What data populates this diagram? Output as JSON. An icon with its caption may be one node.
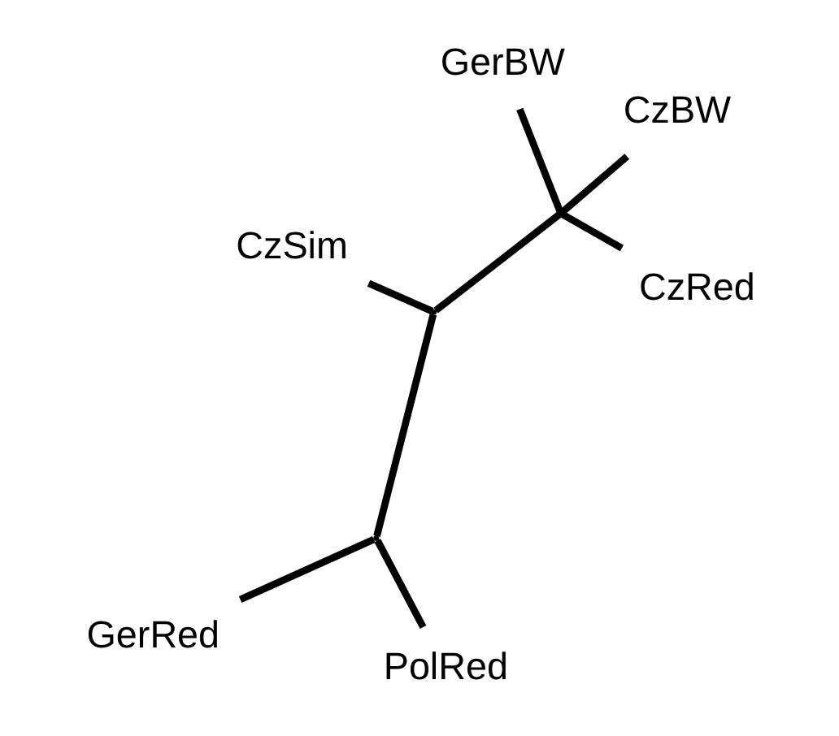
{
  "diagram": {
    "nodes": [
      {
        "text": [
          "GerRed"
        ]
      },
      {
        "text": [
          "CzRed"
        ]
      },
      {
        "text": [
          "PolRed"
        ]
      },
      {
        "text": [
          "GerBW"
        ]
      },
      {
        "text": [
          "CzBW"
        ]
      },
      {
        "text": [
          "CzSim"
        ]
      },
      {
        "text": [],
        "shape": "point"
      },
      {
        "text": [],
        "shape": "point"
      },
      {
        "text": [],
        "shape": "point"
      }
    ],
    "edges": [
      {
        "from": 8,
        "to": 0,
        "arrow": "none"
      },
      {
        "from": 8,
        "to": 2,
        "arrow": "none"
      },
      {
        "from": 7,
        "to": 8,
        "arrow": "none"
      },
      {
        "from": 6,
        "to": 7,
        "arrow": "none"
      },
      {
        "from": 6,
        "to": 1,
        "arrow": "none"
      },
      {
        "from": 6,
        "to": 3,
        "arrow": "none"
      },
      {
        "from": 6,
        "to": 4,
        "arrow": "none"
      },
      {
        "from": 7,
        "to": 5,
        "arrow": "none"
      }
    ]
  }
}
